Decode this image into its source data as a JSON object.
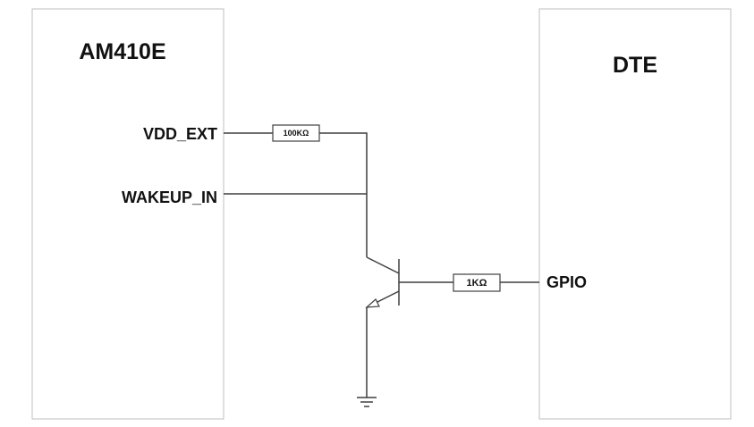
{
  "blocks": {
    "left": {
      "title": "AM410E"
    },
    "right": {
      "title": "DTE"
    }
  },
  "pins": {
    "vdd_ext": "VDD_EXT",
    "wakeup_in": "WAKEUP_IN",
    "gpio": "GPIO"
  },
  "resistors": {
    "r_pullup": "100KΩ",
    "r_base": "1KΩ"
  },
  "components": {
    "transistor": "npn-transistor-icon",
    "ground": "ground-icon"
  },
  "colors": {
    "wire": "#3f3f3f",
    "block_border": "#bfbfbf"
  }
}
